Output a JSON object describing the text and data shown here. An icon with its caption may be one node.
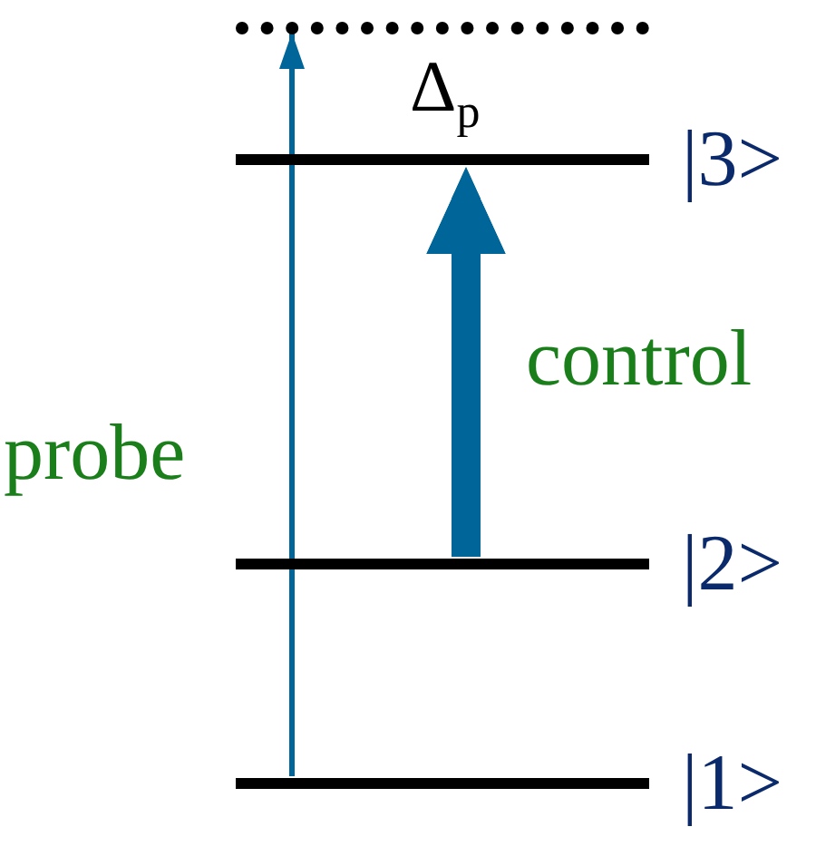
{
  "diagram": {
    "nodes": [
      {
        "text": [],
        "shape": "line"
      },
      {
        "text": [
          "|3>"
        ]
      },
      {
        "text": [
          "|2>"
        ]
      },
      {
        "text": [
          "|1>"
        ]
      }
    ],
    "edges": [
      {
        "from": 3,
        "to": 0,
        "arrow": "to",
        "label": "probe"
      },
      {
        "from": 2,
        "to": 1,
        "arrow": "to",
        "label": "control",
        "style": "thick"
      }
    ],
    "labels": [
      "Δ$_{p}$"
    ]
  }
}
